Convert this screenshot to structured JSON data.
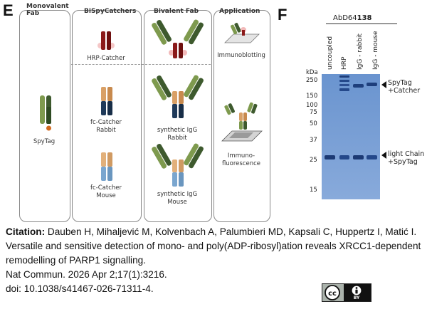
{
  "panel_e": {
    "letter": "E",
    "columns": [
      {
        "title": "Monovalent\nFab"
      },
      {
        "title": "BiSpyCatchers"
      },
      {
        "title": "Bivalent Fab"
      },
      {
        "title": "Application"
      }
    ],
    "labels": {
      "spytag": "SpyTag",
      "hrp_catcher": "HRP-Catcher",
      "fc_catcher_rabbit": "fc-Catcher\nRabbit",
      "fc_catcher_mouse": "fc-Catcher\nMouse",
      "synthetic_igg_rabbit": "synthetic IgG\nRabbit",
      "synthetic_igg_mouse": "synthetic IgG\nMouse",
      "immunoblotting": "Immunoblotting",
      "immunofluorescence": "Immuno-\nfluorescence"
    },
    "colors": {
      "fab_dark": "#3e5a2e",
      "fab_light": "#7e9a4e",
      "hrp_red": "#8b1a1a",
      "rabbit_tan": "#d9a066",
      "rabbit_navy": "#1f3a5a",
      "mouse_tan": "#e2b07a",
      "mouse_blue": "#7aa6cf",
      "spytag_orange": "#d2691e"
    }
  },
  "panel_f": {
    "letter": "F",
    "antibody_prefix": "AbD64",
    "antibody_suffix": "138",
    "lanes": [
      "uncoupled",
      "HRP",
      "IgG - rabbit",
      "IgG - mouse"
    ],
    "marker_unit": "kDa",
    "markers": [
      "250",
      "150",
      "100",
      "75",
      "50",
      "37",
      "25",
      "15"
    ],
    "annotations": [
      {
        "text": "SpyTag\n+Catcher"
      },
      {
        "text": "light Chain\n+SpyTag"
      }
    ],
    "gel_color": "#5a86c8"
  },
  "citation": {
    "label": "Citation:",
    "authors": "Dauben H, Mihaljević M, Kolvenbach A, Palumbieri MD, Kapsali C, Huppertz I, Matić I.",
    "title": "Versatile and sensitive detection of mono- and poly(ADP-ribosyl)ation reveals XRCC1-dependent remodelling of PARP1 signalling.",
    "journal": "Nat Commun. 2026 Apr 2;17(1):3216.",
    "doi": "doi: 10.1038/s41467-026-71311-4."
  },
  "license": {
    "cc": "cc",
    "by": "BY"
  }
}
